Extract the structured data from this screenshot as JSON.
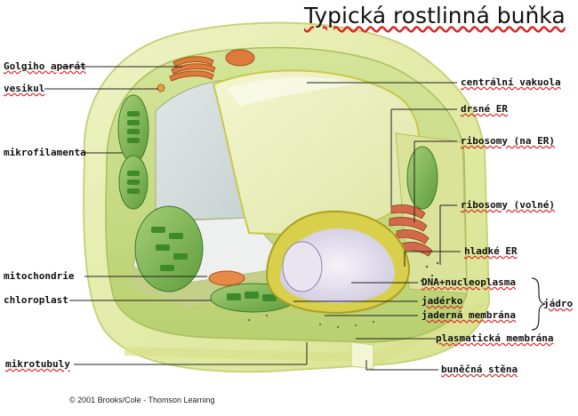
{
  "title": "Typická rostlinná buňka",
  "copyright": "© 2001 Brooks/Cole - Thomson Learning",
  "labels": {
    "golgi": "Golgiho aparát",
    "vesikul": "vesikul",
    "mikrofilamenta": "mikrofilamenta",
    "mitochondrie": "mitochondrie",
    "chloroplast": "chloroplast",
    "mikrotubuly": "mikrotubuly",
    "centralni_vakuola": "centrální vakuola",
    "drsne_er": "drsné ER",
    "ribosomy_er": "ribosomy (na ER)",
    "ribosomy_volne": "ribosomy (volné)",
    "hladke_er": "hladké ER",
    "dna": "DNA+nucleoplasma",
    "jaderko": "jadérko",
    "jaderna_membrana": "jaderná membrána",
    "jadro": "jádro",
    "plasmaticka_membrana": "plasmatická membrána",
    "bunecna_stena": "buněčná stěna"
  },
  "colors": {
    "cell_wall": "#e6edb0",
    "cytoplasm": "#cfe08a",
    "vacuole": "#eef0b8",
    "chloroplast": "#4aa83a",
    "nucleus": "#ece8f2",
    "golgi": "#e07a3a",
    "er": "#d26a4a"
  }
}
